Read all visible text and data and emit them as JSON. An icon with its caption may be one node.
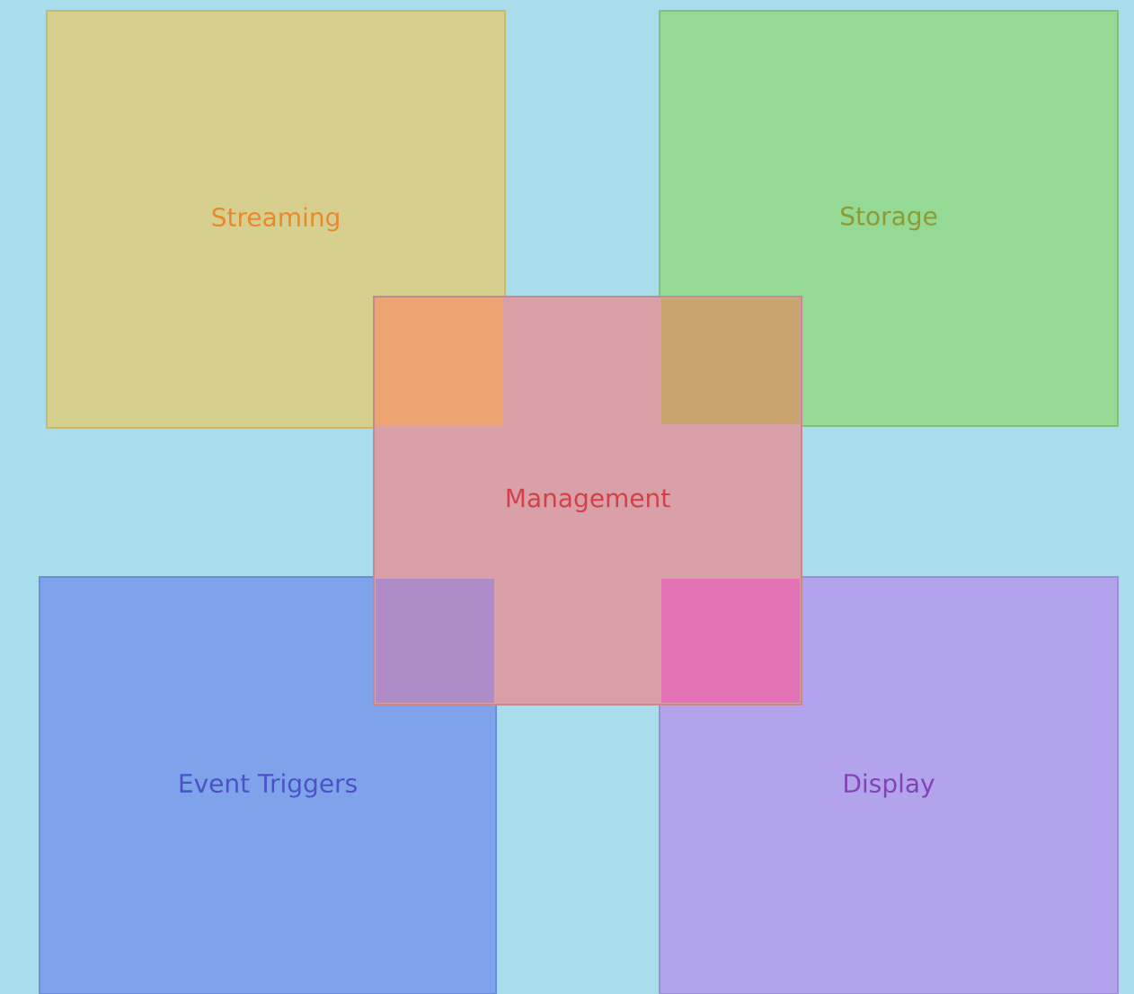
{
  "diagram": {
    "nodes": [
      {
        "text": [
          "Streaming"
        ]
      },
      {
        "text": [
          "Storage"
        ]
      },
      {
        "text": [
          "Management"
        ]
      },
      {
        "text": [
          "Event Triggers"
        ]
      },
      {
        "text": [
          "Display"
        ]
      }
    ]
  }
}
